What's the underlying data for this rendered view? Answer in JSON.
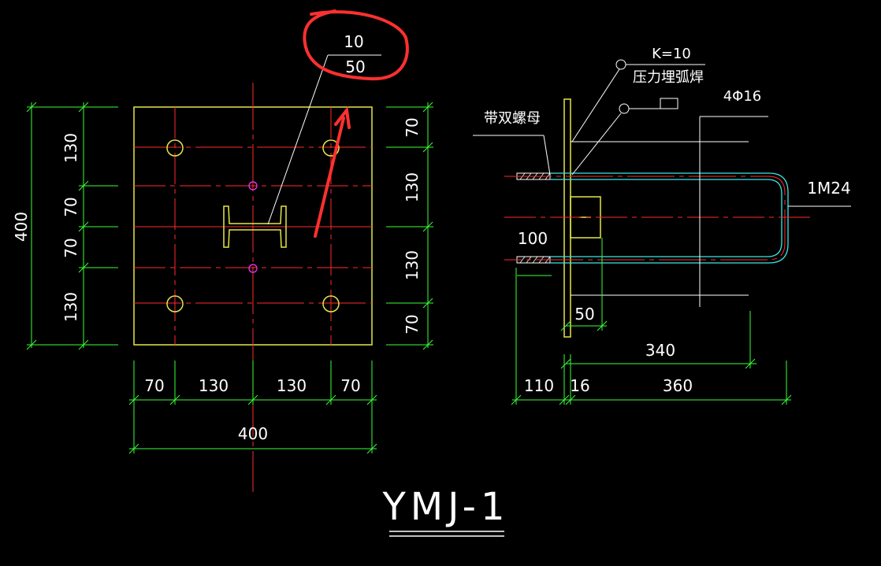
{
  "colors": {
    "background": "#000000",
    "plate": "#e6e64a",
    "centerline": "#ff2a2a",
    "dimension": "#39ff39",
    "leader": "#ffffff",
    "rebar": "#39e6e6",
    "node": "#ff33ff",
    "annotation": "#ff3030"
  },
  "title": "YMJ-1",
  "callout": {
    "top": "10",
    "bottom": "50"
  },
  "plan": {
    "left_dims": {
      "overall": "400",
      "s1": "130",
      "s2": "70",
      "s3": "70",
      "s4": "130"
    },
    "right_dims": {
      "s1": "70",
      "s2": "130",
      "s3": "130",
      "s4": "70"
    },
    "bottom_dims": {
      "s1": "70",
      "s2": "130",
      "s3": "130",
      "s4": "70",
      "overall": "400"
    }
  },
  "section": {
    "weld_k": "K=10",
    "weld_label": "压力埋弧焊",
    "double_nut_label": "带双螺母",
    "rebar_label": "4Φ16",
    "anchor_label": "1M24",
    "dims": {
      "d100": "100",
      "d50": "50",
      "d340": "340",
      "d110": "110",
      "d16": "16",
      "d360": "360"
    }
  }
}
